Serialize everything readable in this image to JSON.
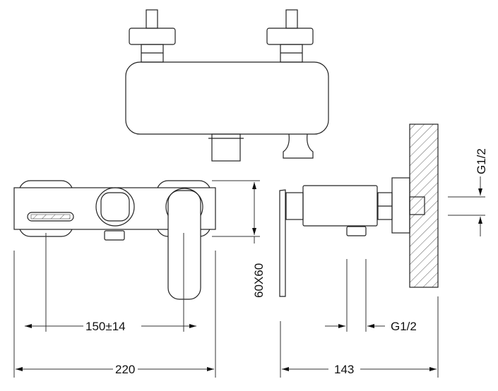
{
  "dimensions": {
    "spacing": "150±14",
    "width": "220",
    "depth": "143",
    "flange": "60X60",
    "outlet_thread": "G1/2",
    "inlet_thread": "G1/2"
  }
}
